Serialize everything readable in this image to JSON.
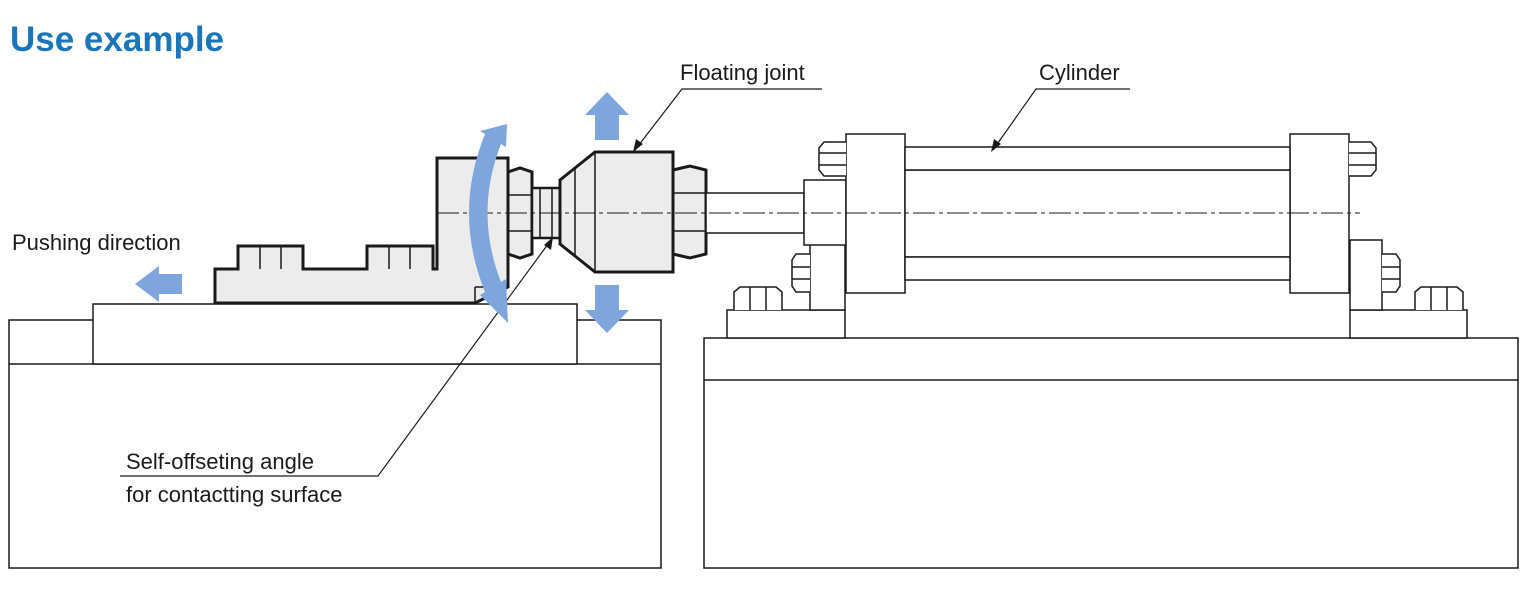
{
  "title": "Use example",
  "labels": {
    "floating_joint": "Floating joint",
    "cylinder": "Cylinder",
    "pushing_direction": "Pushing direction",
    "self_offset_line1": "Self-offseting angle",
    "self_offset_line2": "for contactting surface"
  },
  "colors": {
    "title": "#1a75b9",
    "arrow": "#7ea6dc",
    "part_fill": "#ececec",
    "outline": "#1a1a1a"
  }
}
